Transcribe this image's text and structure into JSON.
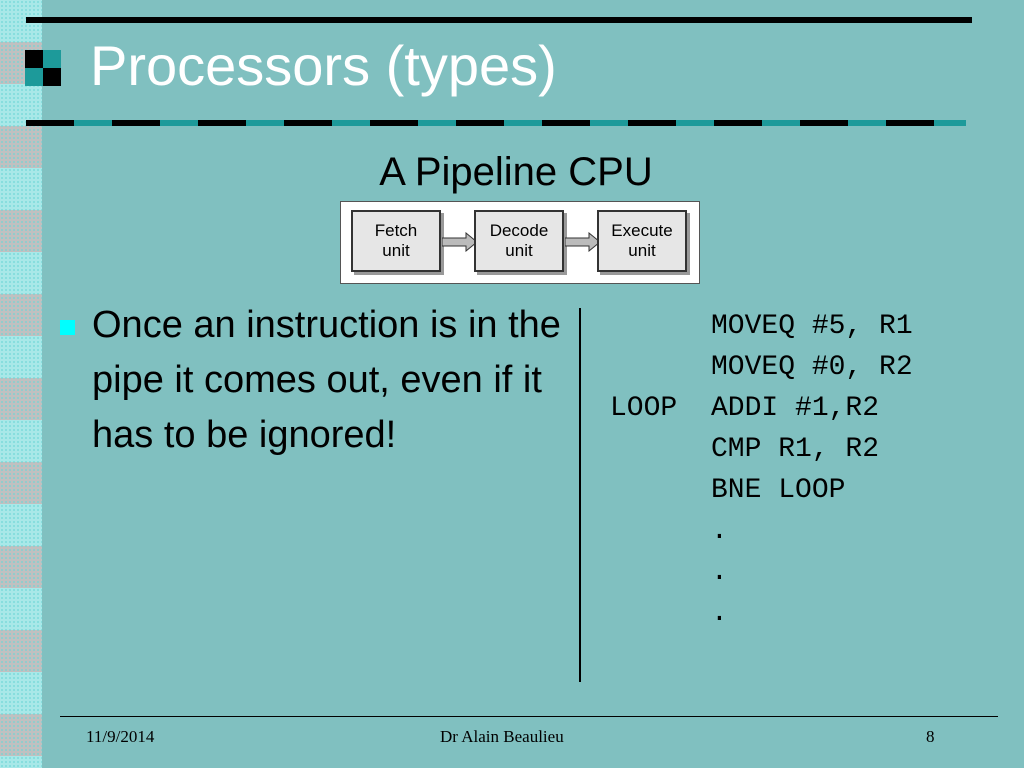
{
  "slide": {
    "title": "Processors (types)",
    "subtitle": "A Pipeline CPU",
    "pipeline": {
      "units": [
        "Fetch\nunit",
        "Decode\nunit",
        "Execute\nunit"
      ]
    },
    "bullet": "Once an instruction is in the pipe it comes out, even if it has to be ignored!",
    "code": [
      {
        "label": "",
        "instruction": "MOVEQ #5, R1"
      },
      {
        "label": "",
        "instruction": "MOVEQ #0, R2"
      },
      {
        "label": "LOOP",
        "instruction": "ADDI #1,R2"
      },
      {
        "label": "",
        "instruction": "CMP R1, R2"
      },
      {
        "label": "",
        "instruction": "BNE LOOP"
      },
      {
        "label": "",
        "instruction": "."
      },
      {
        "label": "",
        "instruction": "."
      },
      {
        "label": "",
        "instruction": "."
      }
    ]
  },
  "footer": {
    "date": "11/9/2014",
    "author": "Dr Alain Beaulieu",
    "page": "8"
  },
  "colors": {
    "background": "#80c0c0",
    "title": "#ffffff",
    "bullet": "#00ffff",
    "accent": "#1d9a9a"
  }
}
